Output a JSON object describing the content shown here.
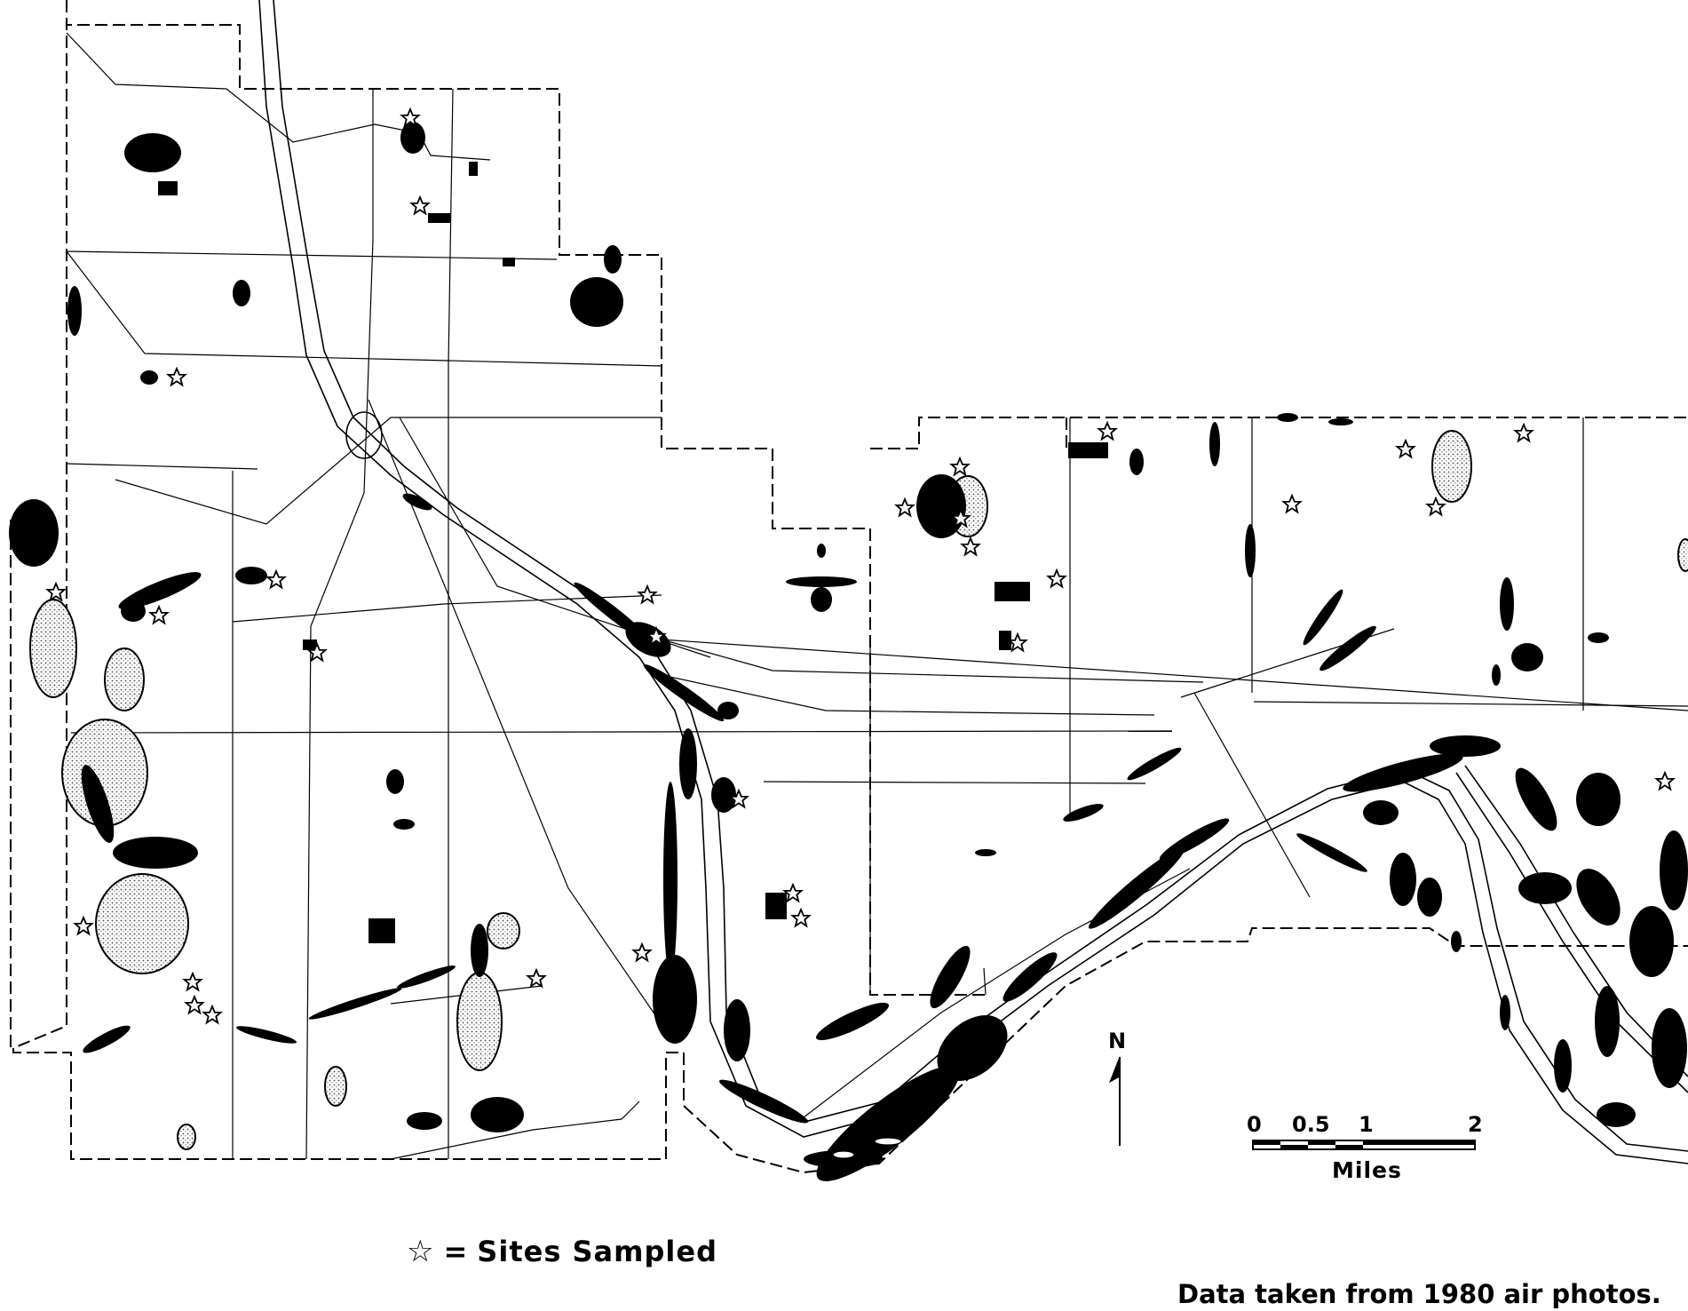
{
  "legend": {
    "symbol": "☆",
    "equals": "=",
    "label": "Sites Sampled"
  },
  "source_note": "Data taken from 1980 air photos.",
  "north_arrow": {
    "label": "N"
  },
  "scale_bar": {
    "ticks": [
      "0",
      "0.5",
      "1",
      "2"
    ],
    "units": "Miles"
  },
  "colors": {
    "wetland": "#000000",
    "open_water": "#dddddd",
    "boundary": "#000000",
    "background": "#ffffff"
  },
  "icons": {
    "site_marker": "star-outline-icon",
    "north": "north-arrow-icon"
  }
}
